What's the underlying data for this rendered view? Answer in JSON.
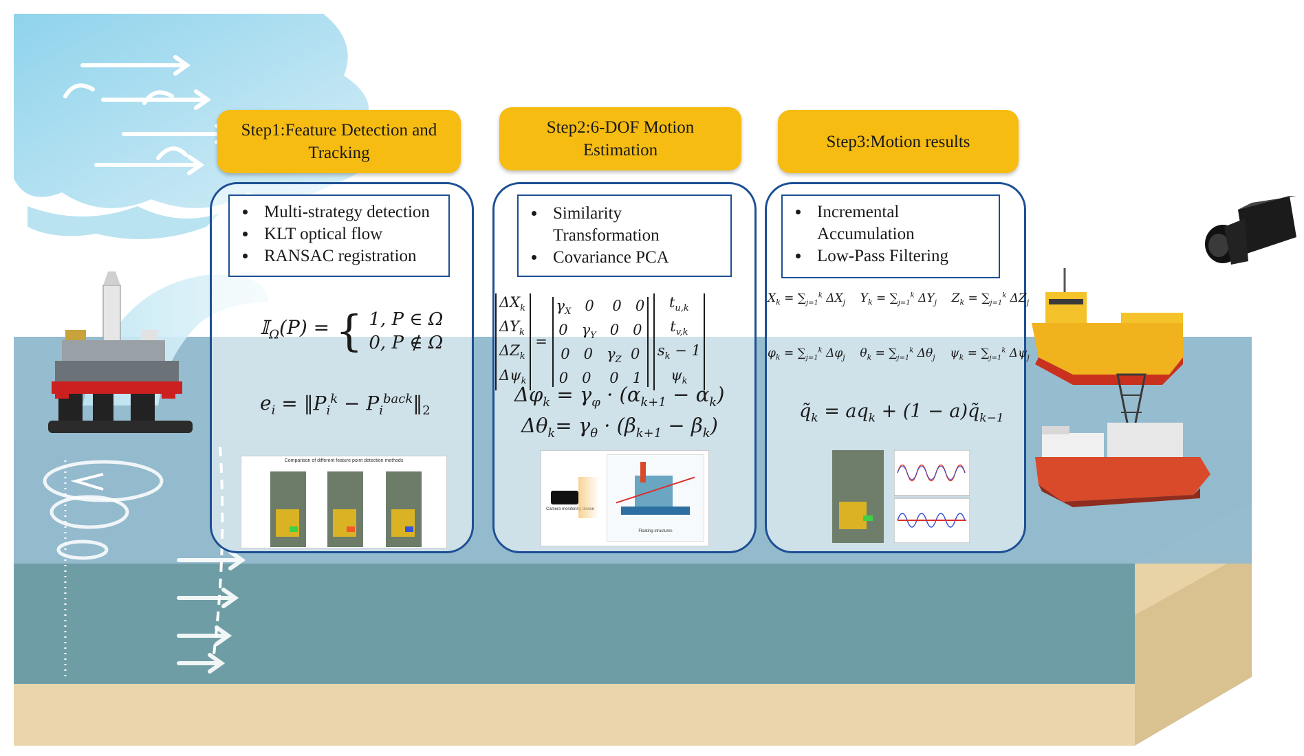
{
  "steps": [
    {
      "header": "Step1:Feature Detection and Tracking",
      "bullets": [
        "Multi-strategy detection",
        "KLT optical flow",
        "RANSAC registration"
      ],
      "equation_indicator": "𝕀Ω(P) = { 1, P ∈ Ω ; 0, P ∉ Ω }",
      "equation_error": "eᵢ = ‖Pᵢᵏ − Pᵢᵇᵃᶜᵏ‖₂",
      "thumbnail_title": "Comparison of different feature point detection methods"
    },
    {
      "header": "Step2:6-DOF Motion Estimation",
      "bullets": [
        "Similarity Transformation",
        "Covariance PCA"
      ],
      "equation_phi": "Δφₖ = γφ · (αₖ₊₁ − αₖ)",
      "equation_theta": "Δθₖ= γθ · (βₖ₊₁ − βₖ)",
      "thumbnail_labels": [
        "Camera monitoring device",
        "Floating structures"
      ]
    },
    {
      "header": "Step3:Motion results",
      "bullets": [
        "Incremental Accumulation",
        "Low-Pass Filtering"
      ],
      "equation_filter": "q̃ₖ = aqₖ + (1 − a)q̃ₖ₋₁"
    }
  ],
  "colors": {
    "header_fill": "#f6bc12",
    "panel_border": "#1d4f94",
    "sea_surface": "#8fb7cc",
    "sea_deep": "#6a9ca6",
    "seabed": "#e8d3a6",
    "cloud": "#a9dcef"
  },
  "icons": [
    "wind-arrow-icon",
    "vortex-icon",
    "oil-rig-icon",
    "supply-vessel-icon",
    "drill-ship-icon",
    "camera-icon"
  ]
}
